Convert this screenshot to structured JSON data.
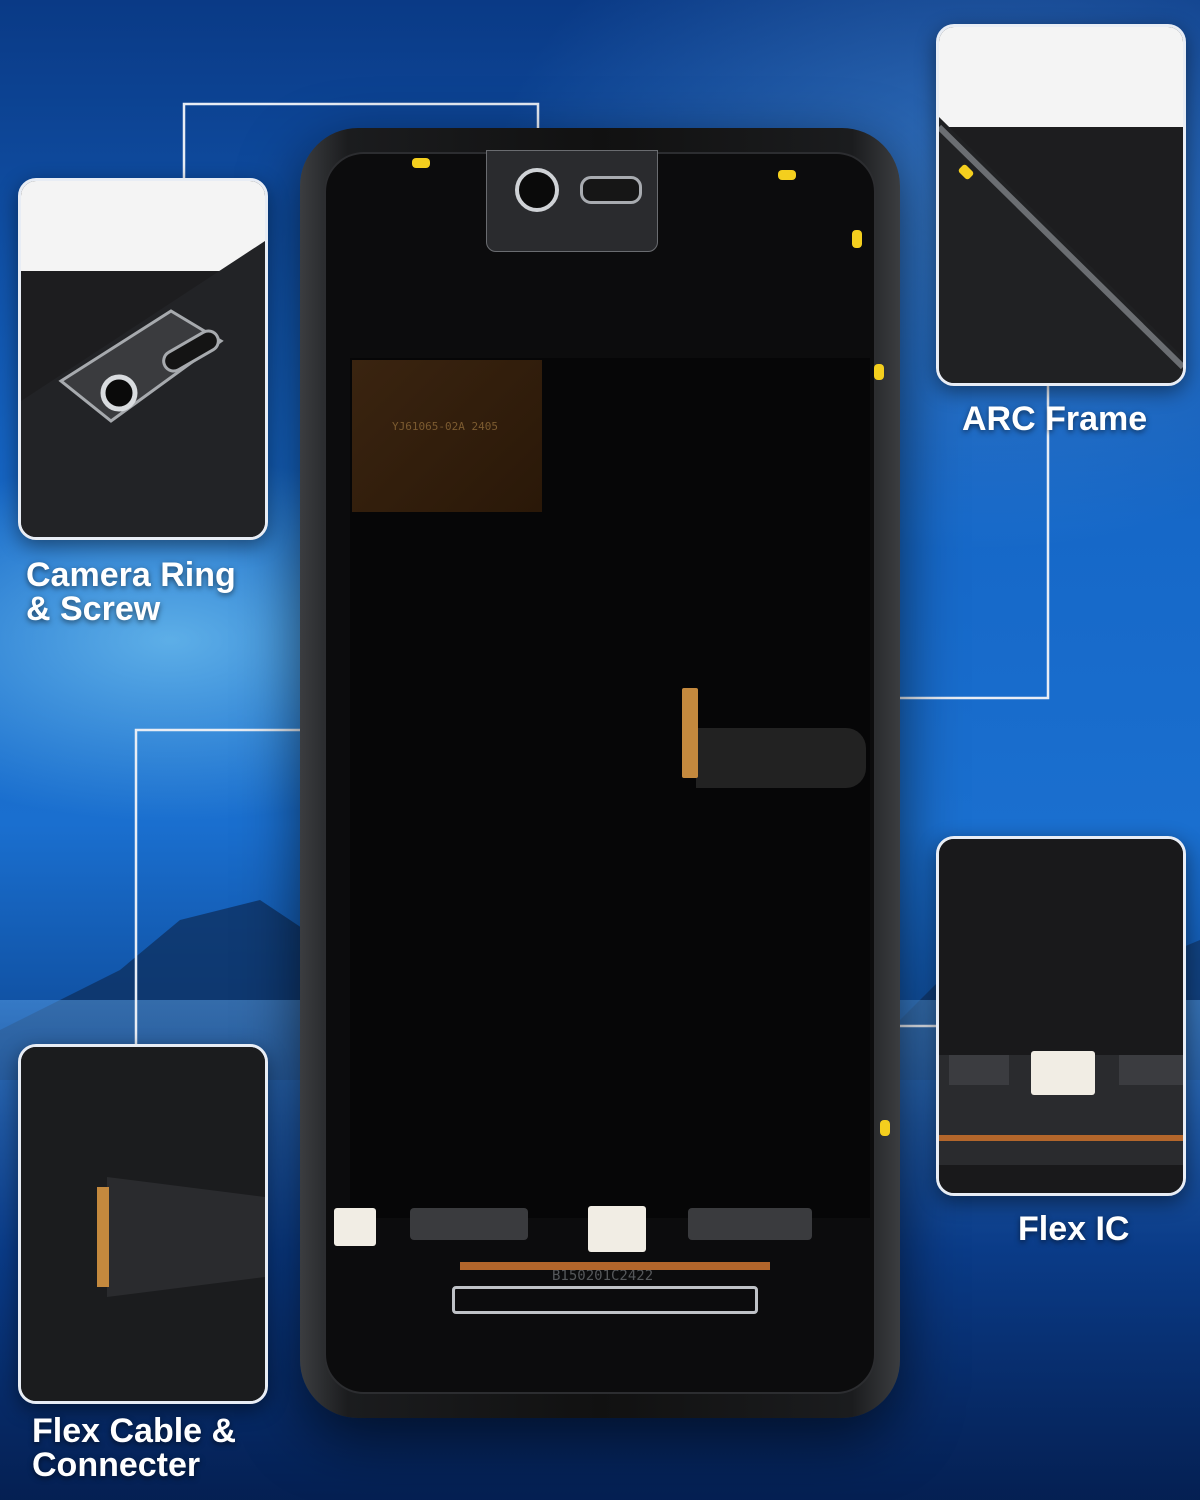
{
  "callouts": {
    "camera_ring": {
      "line1": "Camera Ring",
      "line2": "& Screw"
    },
    "arc_frame": {
      "label": "ARC Frame"
    },
    "flex_cable": {
      "line1": "Flex Cable &",
      "line2": "Connecter"
    },
    "flex_ic": {
      "label": "Flex IC"
    }
  },
  "printed": {
    "shield_label": "YJ61065-02A 2405",
    "board_code": "B150201C2422"
  },
  "colors": {
    "accent_yellow": "#f4cf1e",
    "callout_text": "#ffffff",
    "callout_line": "#e8edf5"
  }
}
